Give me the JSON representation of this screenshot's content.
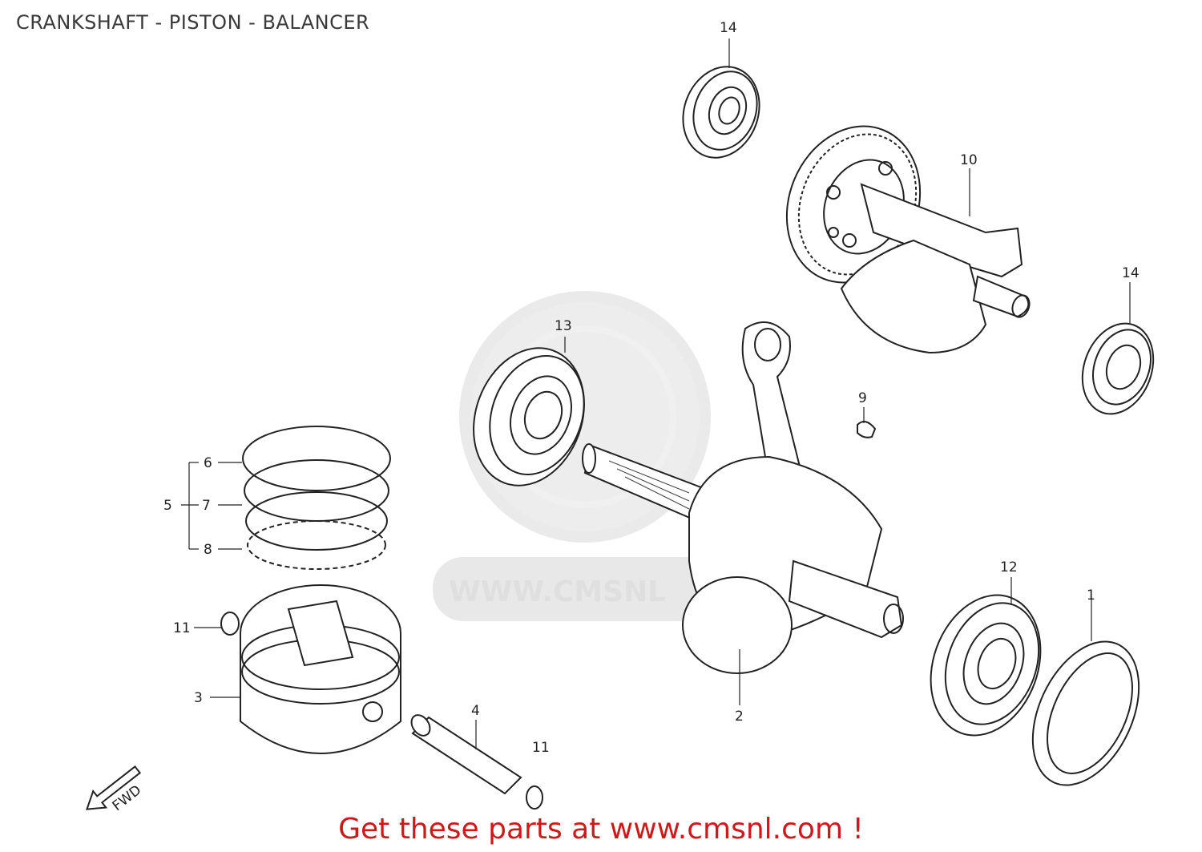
{
  "header": {
    "title": "CRANKSHAFT - PISTON - BALANCER"
  },
  "footer": {
    "promo": "Get these parts at www.cmsnl.com !"
  },
  "watermark": {
    "text": "WWW.CMSNL"
  },
  "fwd_arrow": {
    "label": "FWD"
  },
  "callouts": [
    {
      "id": "14",
      "part": "bearing"
    },
    {
      "id": "10",
      "part": "balancer-shaft"
    },
    {
      "id": "14",
      "part": "bearing"
    },
    {
      "id": "13",
      "part": "bearing"
    },
    {
      "id": "9",
      "part": "woodruff-key"
    },
    {
      "id": "6",
      "part": "piston-ring-top"
    },
    {
      "id": "5",
      "part": "piston-ring-set"
    },
    {
      "id": "7",
      "part": "piston-ring-second"
    },
    {
      "id": "8",
      "part": "oil-ring"
    },
    {
      "id": "12",
      "part": "bearing"
    },
    {
      "id": "1",
      "part": "oil-seal"
    },
    {
      "id": "11",
      "part": "piston-pin-clip"
    },
    {
      "id": "3",
      "part": "piston"
    },
    {
      "id": "4",
      "part": "piston-pin"
    },
    {
      "id": "11",
      "part": "piston-pin-clip"
    },
    {
      "id": "2",
      "part": "crankshaft"
    }
  ],
  "colors": {
    "promo": "#d01818",
    "lines": "#222222",
    "watermark": "#dcdcdc"
  }
}
